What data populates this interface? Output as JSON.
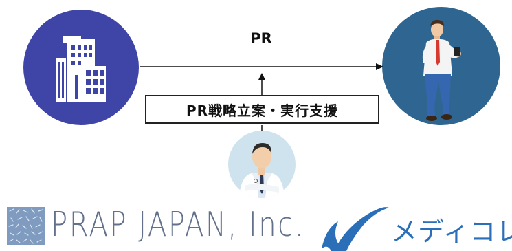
{
  "diagram": {
    "flow_label": "PR",
    "strategy_label": "PR戦略立案・実行支援",
    "nodes": {
      "company": {
        "icon": "office-building-icon",
        "color": "#3f45a6"
      },
      "customer": {
        "icon": "businessman-with-phone-icon",
        "color": "#2f6691"
      },
      "consultant": {
        "icon": "consultant-portrait-icon",
        "color": "#cfe3ef"
      }
    }
  },
  "logos": {
    "prap": {
      "text": "PRAP JAPAN, Inc.",
      "color": "#62708c"
    },
    "medicolle": {
      "text": "メディコレ",
      "color": "#2a6fb8"
    }
  }
}
